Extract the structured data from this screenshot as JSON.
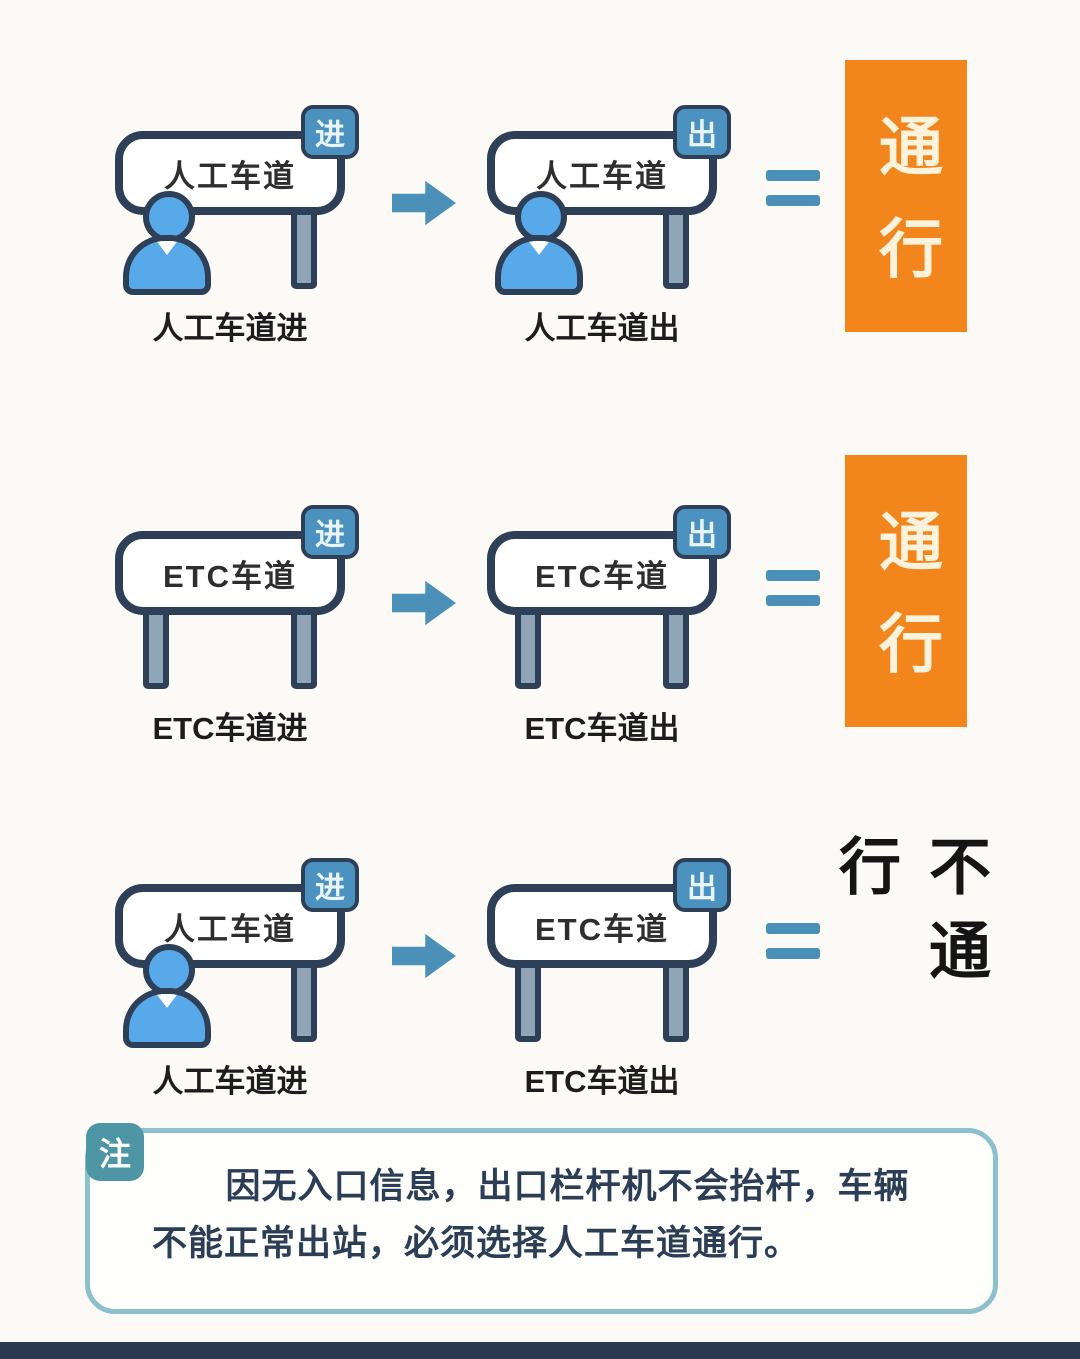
{
  "colors": {
    "sign_outline": "#2e4057",
    "sign_fill": "#ffffff",
    "badge_bg": "#4b92c0",
    "person_fill": "#58a9e9",
    "connector": "#4a90b8",
    "pass_bg": "#f2861d",
    "pass_text": "#fdf3dd",
    "no_pass_text": "#151515",
    "note_border": "#8cc0cc",
    "note_badge_bg": "#4e96a6",
    "note_text": "#2c3d56"
  },
  "icons": {
    "arrow": "arrow-right-icon",
    "equals": "equals-icon",
    "person": "person-icon"
  },
  "rows": [
    {
      "left": {
        "label": "人工车道",
        "badge": "进",
        "caption": "人工车道进"
      },
      "right": {
        "label": "人工车道",
        "badge": "出",
        "caption": "人工车道出"
      },
      "result": {
        "text": "通行",
        "type": "pass"
      }
    },
    {
      "left": {
        "label": "ETC车道",
        "badge": "进",
        "caption": "ETC车道进"
      },
      "right": {
        "label": "ETC车道",
        "badge": "出",
        "caption": "ETC车道出"
      },
      "result": {
        "text": "通行",
        "type": "pass"
      }
    },
    {
      "left": {
        "label": "人工车道",
        "badge": "进",
        "caption": "人工车道进"
      },
      "right": {
        "label": "ETC车道",
        "badge": "出",
        "caption": "ETC车道出"
      },
      "result": {
        "text": "不通行",
        "type": "no-pass"
      }
    }
  ],
  "note": {
    "badge": "注",
    "text": "因无入口信息，出口栏杆机不会抬杆，车辆不能正常出站，必须选择人工车道通行。"
  }
}
